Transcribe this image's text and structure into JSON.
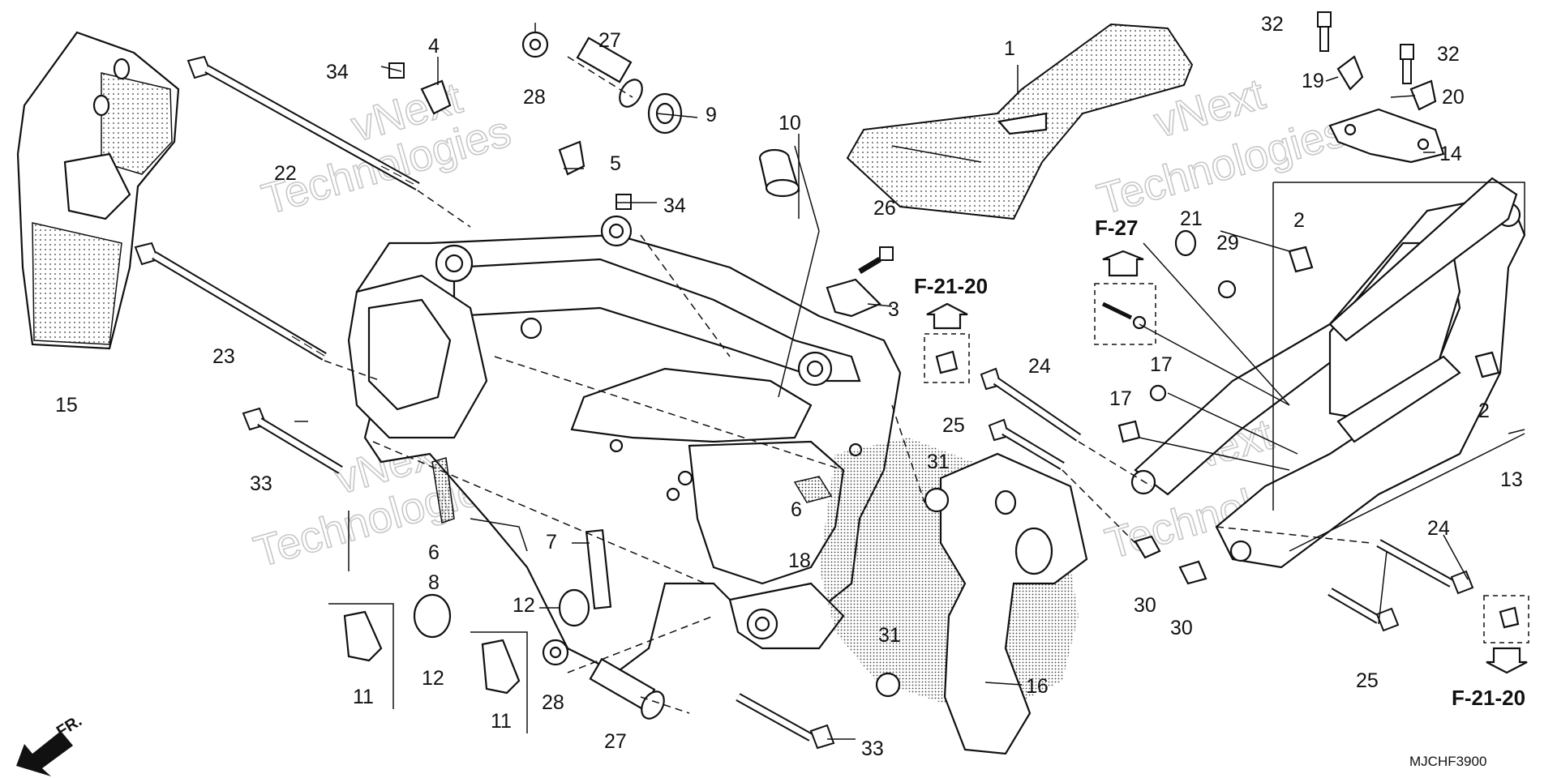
{
  "diagram": {
    "callouts": [
      "1",
      "2",
      "2",
      "3",
      "4",
      "5",
      "6",
      "6",
      "7",
      "8",
      "9",
      "10",
      "11",
      "11",
      "12",
      "12",
      "13",
      "14",
      "15",
      "16",
      "17",
      "17",
      "18",
      "19",
      "20",
      "21",
      "22",
      "23",
      "24",
      "24",
      "25",
      "25",
      "26",
      "27",
      "27",
      "28",
      "28",
      "29",
      "30",
      "30",
      "31",
      "31",
      "32",
      "32",
      "33",
      "33",
      "34",
      "34"
    ],
    "references": [
      "F-21-20",
      "F-27",
      "F-21-20"
    ],
    "direction_label": "FR.",
    "diagram_code": "MJCHF3900",
    "watermark": [
      "vNext",
      "Technologies"
    ],
    "colors": {
      "line": "#111111",
      "background": "#ffffff",
      "watermark": "#c8c8c8"
    }
  }
}
